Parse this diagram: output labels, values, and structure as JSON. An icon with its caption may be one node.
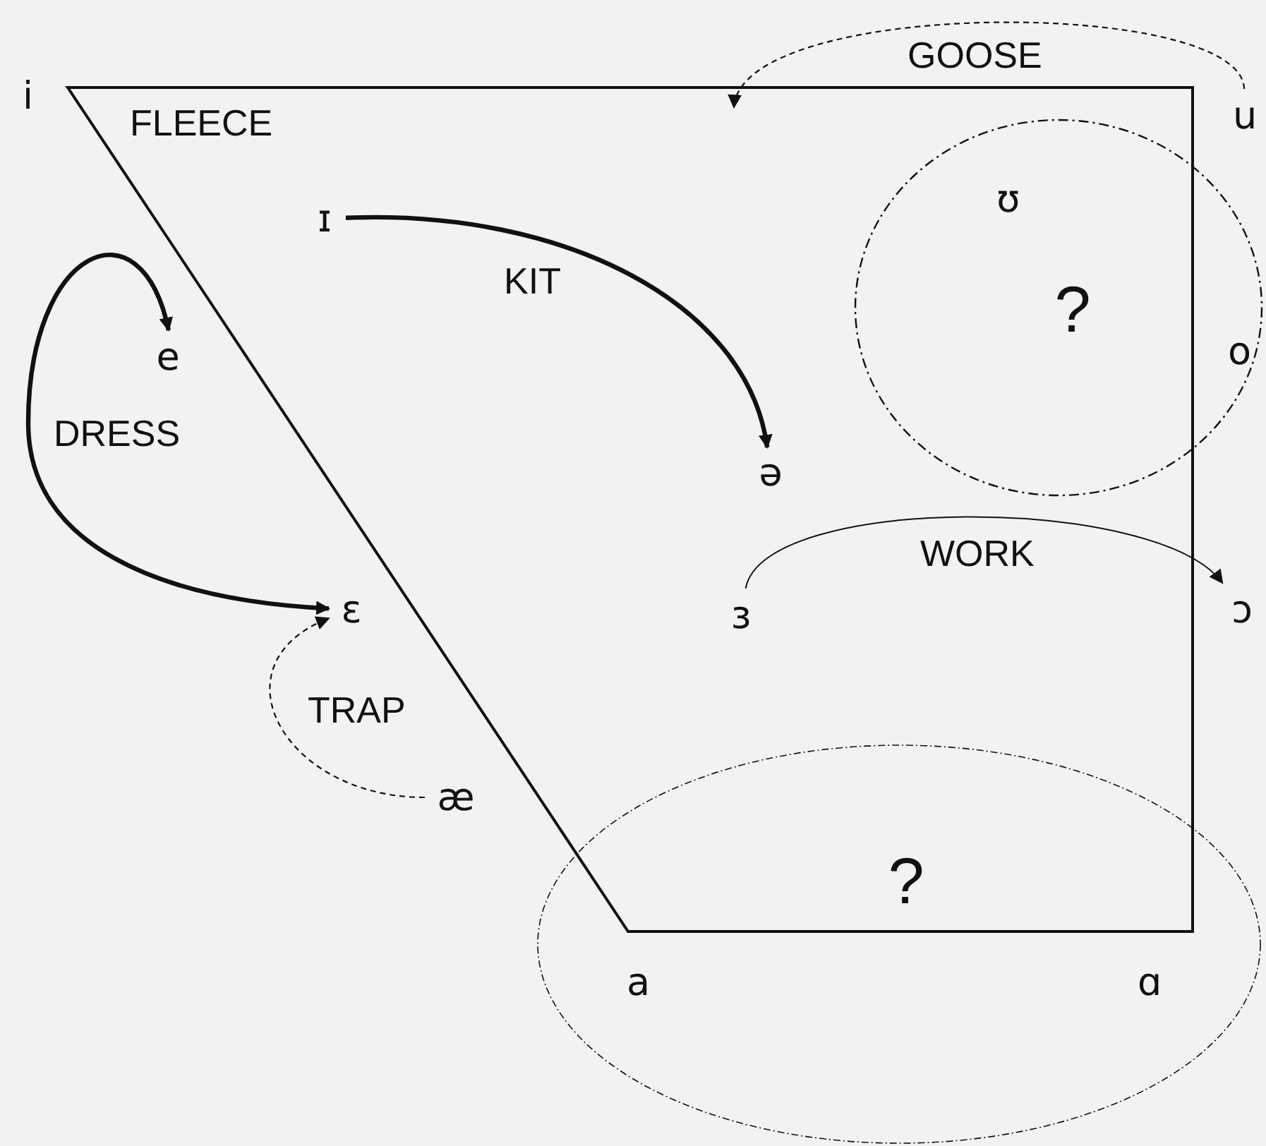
{
  "diagram": {
    "nodes": [
      {
        "text": [
          "ɪ"
        ]
      },
      {
        "text": [
          "ə"
        ]
      },
      {
        "text": [
          "e"
        ]
      },
      {
        "text": [
          "ɛ"
        ]
      },
      {
        "text": [
          "æ"
        ]
      },
      {
        "text": [
          "ɜ"
        ]
      },
      {
        "text": [
          "ɔ"
        ]
      },
      {
        "text": [
          "u"
        ]
      },
      {
        "text": [
          "?"
        ]
      },
      {
        "text": [
          "?"
        ]
      }
    ],
    "edges": [
      {
        "from": 0,
        "to": 1,
        "arrow": "to",
        "label": "KIT",
        "style": "thick"
      },
      {
        "from": 3,
        "to": 2,
        "arrow": "both",
        "label": "DRESS",
        "style": "thick"
      },
      {
        "from": 5,
        "to": 6,
        "arrow": "to",
        "label": "WORK"
      },
      {
        "from": 4,
        "to": 3,
        "arrow": "to",
        "label": "TRAP",
        "style": "dashed"
      },
      {
        "from": 7,
        "to": null,
        "arrow": "to",
        "label": "GOOSE",
        "style": "dashed"
      }
    ],
    "labels": [
      "i",
      "FLEECE",
      "ʊ",
      "o",
      "a",
      "ɑ"
    ]
  }
}
